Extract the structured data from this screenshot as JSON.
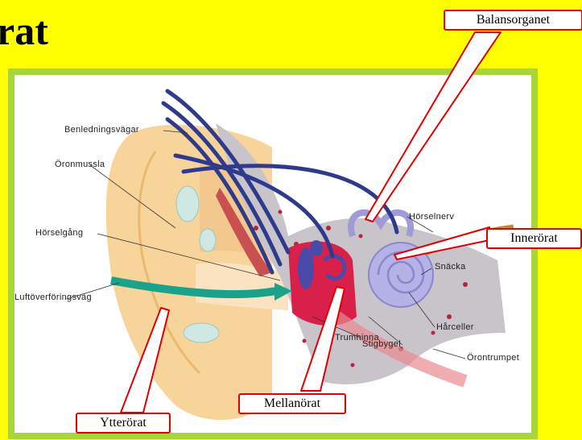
{
  "title": "rat",
  "callouts": {
    "balans": "Balansorganet",
    "inner": "Innerörat",
    "mellan": "Mellanörat",
    "ytter": "Ytterörat"
  },
  "labels": {
    "benledning": "Benledningsvägar",
    "oronmussla": "Öronmussla",
    "horselgang": "Hörselgång",
    "luft": "Luftöverföringsväg",
    "trumhinna": "Trumhinna",
    "stigbygel": "Stigbygel",
    "horselnerv": "Hörselnerv",
    "snacka": "Snäcka",
    "harceller": "Hårceller",
    "orontrumpet": "Örontrumpet"
  },
  "colors": {
    "background": "#ffff00",
    "frame": "#a7d63a",
    "callout_border": "#e00000",
    "bone_path": "#2e3a8c",
    "air_path": "#1aa38a",
    "skin": "#f7d49a"
  }
}
